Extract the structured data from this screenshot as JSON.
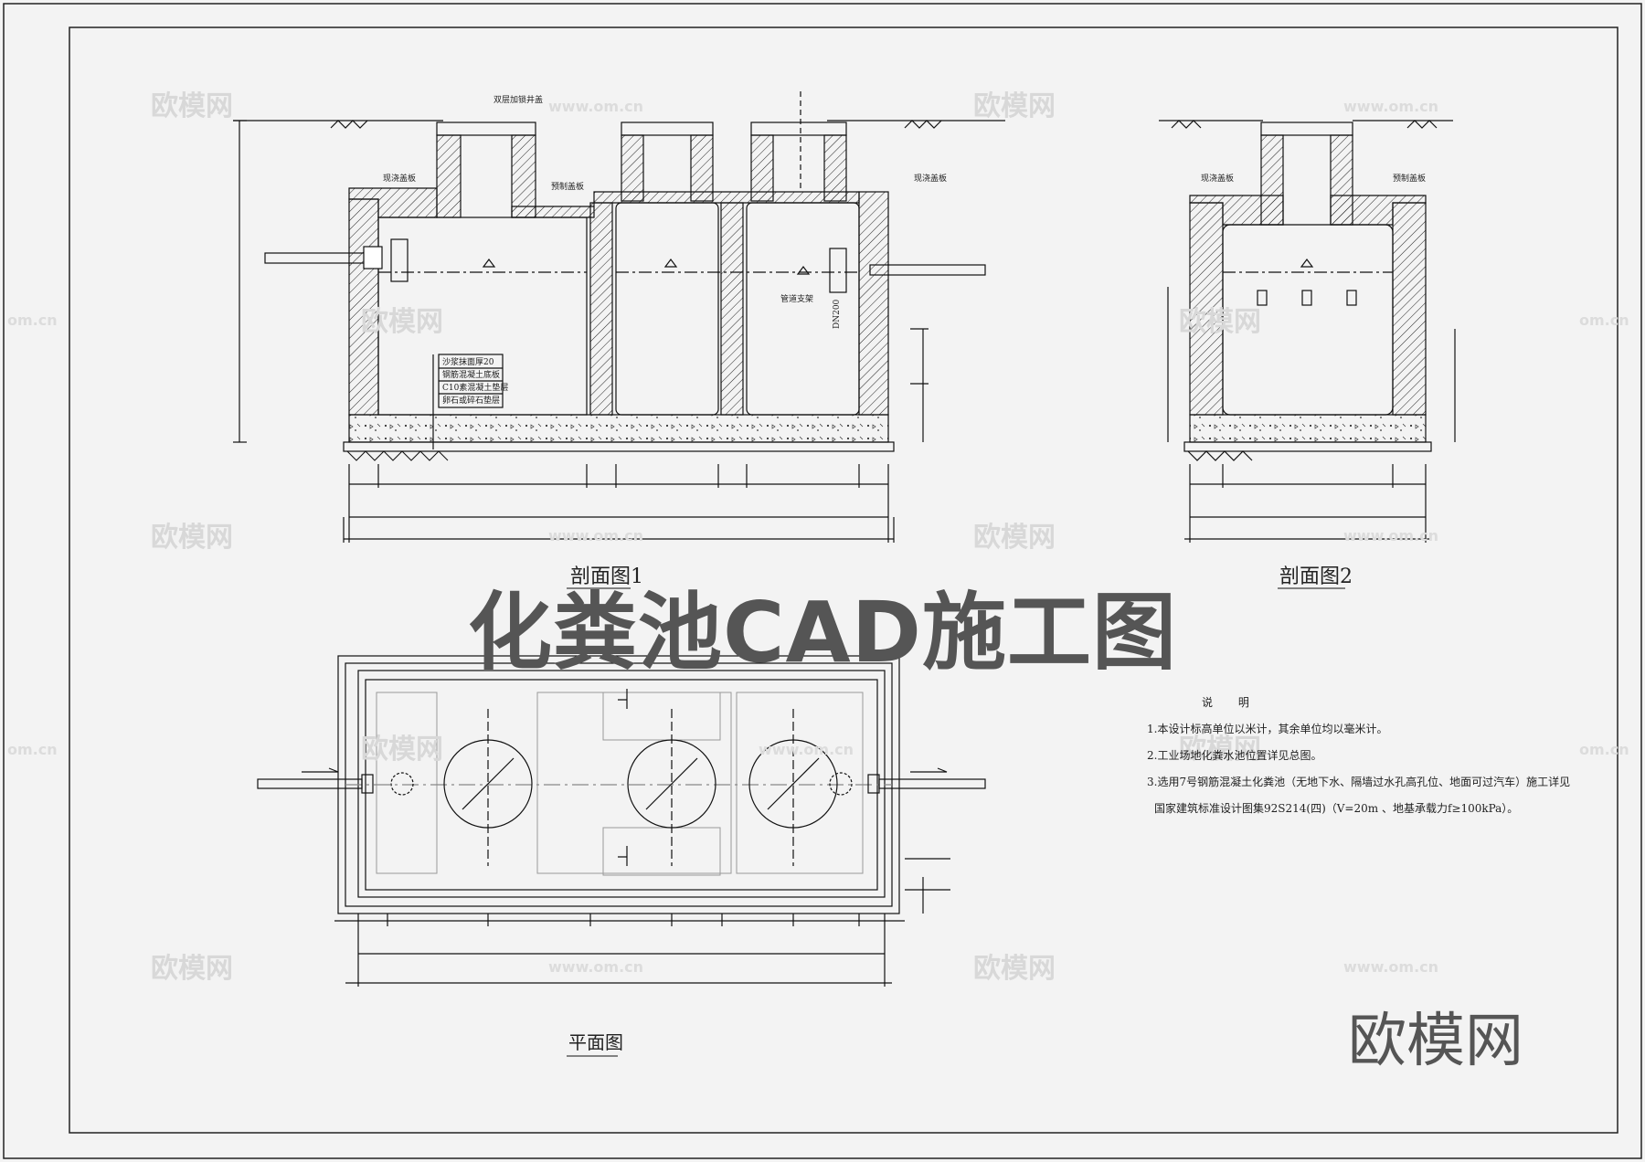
{
  "watermarks": {
    "logo": "欧模网",
    "url": "www.om.cn",
    "url_partial": "om.cn"
  },
  "title": "化粪池CAD施工图",
  "brand": "欧模网",
  "section1": {
    "caption": "剖面图1",
    "labels": {
      "manhole": "双层加锁井盖",
      "cast_cover_left": "现浇盖板",
      "cast_cover_right": "现浇盖板",
      "precast_cover": "预制盖板",
      "pipe_support": "管道支架",
      "pipe_size": "DN200",
      "layers": [
        "沙浆抹面厚20",
        "钢筋混凝土底板",
        "C10素混凝土垫层",
        "卵石或碎石垫层"
      ]
    }
  },
  "section2": {
    "caption": "剖面图2",
    "labels": {
      "cast_cover": "现浇盖板",
      "precast_cover": "预制盖板"
    }
  },
  "plan": {
    "caption": "平面图"
  },
  "notes": {
    "title": "说 明",
    "items": [
      "1.本设计标高单位以米计，其余单位均以毫米计。",
      "2.工业场地化粪水池位置详见总图。",
      "3.选用7号钢筋混凝土化粪池（无地下水、隔墙过水孔高孔位、地面可过汽车）施工详见",
      "国家建筑标准设计图集92S214(四)（V=20m 、地基承载力f≥100kPa）。"
    ]
  },
  "colors": {
    "line": "#111111",
    "paper": "#f3f3f3",
    "title": "#555555",
    "watermark": "#d8d8d8"
  }
}
